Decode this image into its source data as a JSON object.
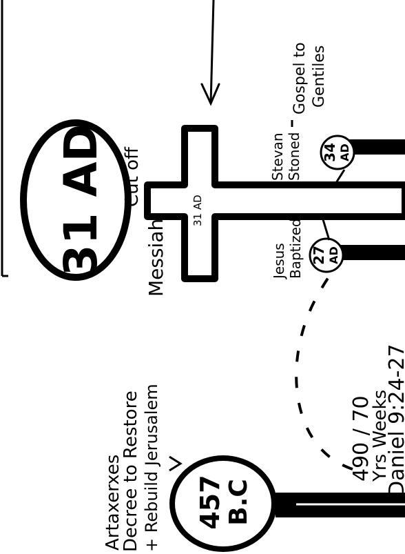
{
  "left_label": {
    "line1": "Artaxerxes",
    "line2": "Decree to Restore",
    "line3": "+ Rebuild Jerusalem"
  },
  "badge_457": {
    "line1": "457",
    "line2": "B.C"
  },
  "weeks_label": {
    "line1": "490 / 70",
    "line2": "Yrs   Weeks",
    "line3": "Daniel 9:24-27"
  },
  "jesus_label": {
    "line1": "Jesus",
    "line2": "Baptized"
  },
  "badge_27": {
    "line1": "27",
    "line2": "AD"
  },
  "cross_text": "31 AD",
  "stephen_label": {
    "line1": "Stevan",
    "line2": "Stoned"
  },
  "badge_34": {
    "line1": "34",
    "line2": "AD"
  },
  "gospel_label": {
    "line1": "Gospel to",
    "line2": "Gentiles"
  },
  "messiah_label": {
    "line1": "Messiah",
    "line2": "Cut off"
  },
  "badge_31": "31 AD"
}
